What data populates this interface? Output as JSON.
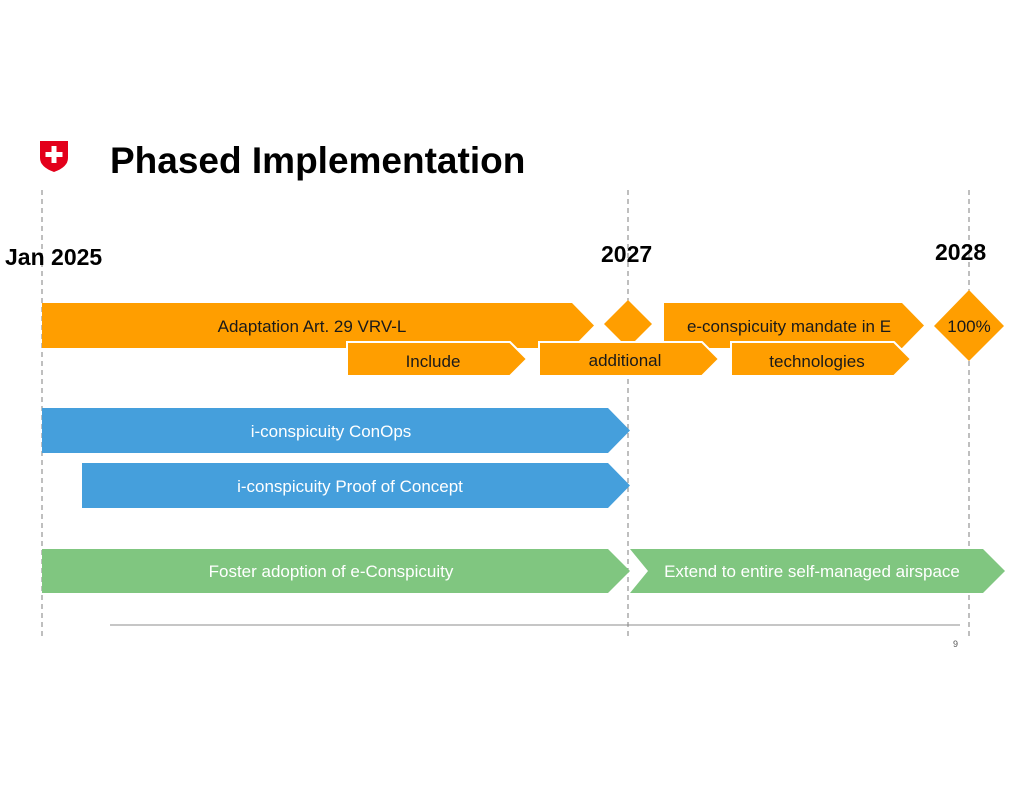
{
  "slide": {
    "title": "Phased Implementation",
    "page_number": "9"
  },
  "logo": {
    "icon": "swiss-cross-shield-icon",
    "color": "#e3001b"
  },
  "colors": {
    "orange": "#ff9e00",
    "blue": "#459fdc",
    "green": "#80c680",
    "guide_line": "#7f7f7f",
    "footer_line": "#8c8c8c"
  },
  "milestones": {
    "jan_2025": "Jan 2025",
    "y2027": "2027",
    "y2028": "2028"
  },
  "orange_track": {
    "adaptation": "Adaptation Art. 29 VRV-L",
    "mandate": "e-conspicuity mandate in E",
    "target": "100%",
    "sub_include": "Include",
    "sub_additional": "additional",
    "sub_technologies": "technologies"
  },
  "blue_track": {
    "conops": "i-conspicuity ConOps",
    "poc": "i-conspicuity Proof of Concept"
  },
  "green_track": {
    "foster": "Foster adoption of e-Conspicuity",
    "extend": "Extend to entire self-managed airspace"
  }
}
